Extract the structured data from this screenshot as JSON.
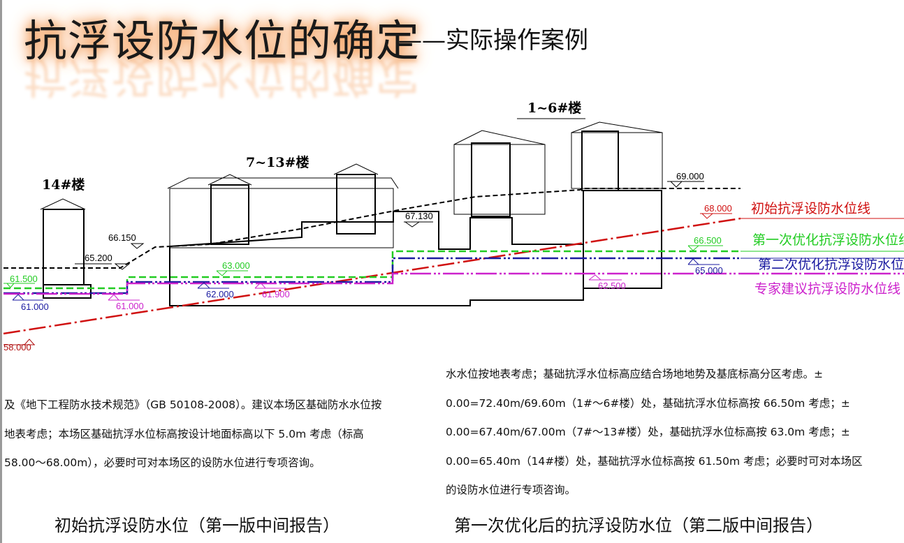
{
  "title": "抗浮设防水位的确定",
  "subtitle": "——实际操作案例",
  "buildings": {
    "b14": "14#楼",
    "b7_13": "7~13#楼",
    "b1_6": "1~6#楼"
  },
  "elevations": {
    "ground_left": "65.200",
    "ground_66150": "66.150",
    "ground_67130": "67.130",
    "ground_69000": "69.000",
    "red_start": "58.000",
    "red_end": "68.000",
    "green_left": "61.500",
    "green_mid": "63.000",
    "green_right": "66.500",
    "blue_left": "61.000",
    "blue_mid": "62.000",
    "blue_right": "65.000",
    "magenta_left": "61.000",
    "magenta_mid": "61.900",
    "magenta_right": "62.500"
  },
  "legend": [
    {
      "label": "初始抗浮设防水位线",
      "color": "#d01010"
    },
    {
      "label": "第一次优化抗浮设防水位线",
      "color": "#22cc22"
    },
    {
      "label": "第二次优化抗浮设防水位线",
      "color": "#1a1aa0"
    },
    {
      "label": "专家建议抗浮设防水位线",
      "color": "#cc22cc"
    }
  ],
  "left_text": [
    "及《地下工程防水技术规范》（GB 50108-2008）。建议本场区基础防水水位按",
    "地表考虑；本场区基础抗浮水位标高按设计地面标高以下 5.0m 考虑（标高",
    "58.00～68.00m），必要时可对本场区的设防水位进行专项咨询。"
  ],
  "right_text": [
    "水水位按地表考虑；基础抗浮水位标高应结合场地地势及基底标高分区考虑。±",
    "0.00=72.40m/69.60m（1#～6#楼）处，基础抗浮水位标高按 66.50m 考虑；±",
    "0.00=67.40m/67.00m（7#～13#楼）处，基础抗浮水位标高按 63.0m 考虑；±",
    "0.00=65.40m（14#楼）处，基础抗浮水位标高按 61.50m 考虑；必要时可对本场区",
    "的设防水位进行专项咨询。"
  ],
  "captions": {
    "left": "初始抗浮设防水位（第一版中间报告）",
    "right": "第一次优化后的抗浮设防水位（第二版中间报告）"
  }
}
